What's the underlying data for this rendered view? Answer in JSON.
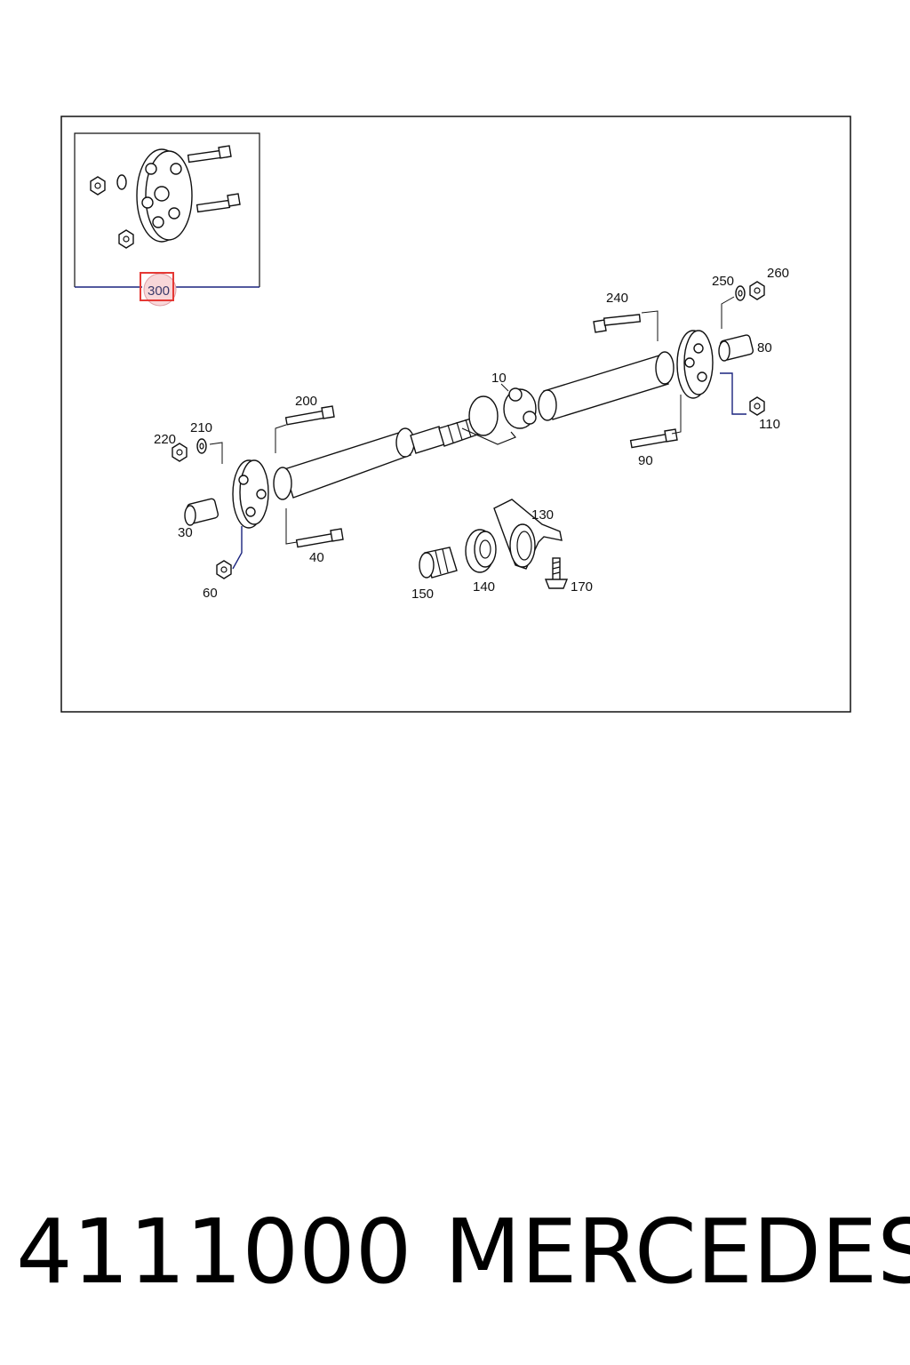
{
  "diagram": {
    "labels": {
      "p10": "10",
      "p30": "30",
      "p40": "40",
      "p60": "60",
      "p80": "80",
      "p90": "90",
      "p110": "110",
      "p130": "130",
      "p140": "140",
      "p150": "150",
      "p170": "170",
      "p200": "200",
      "p210": "210",
      "p220": "220",
      "p240": "240",
      "p250": "250",
      "p260": "260",
      "p300": "300"
    },
    "highlight_color": "#e53935",
    "leader_color": "#1a237e"
  },
  "caption": {
    "part_number": "4111000",
    "brand": "MERCEDES"
  }
}
